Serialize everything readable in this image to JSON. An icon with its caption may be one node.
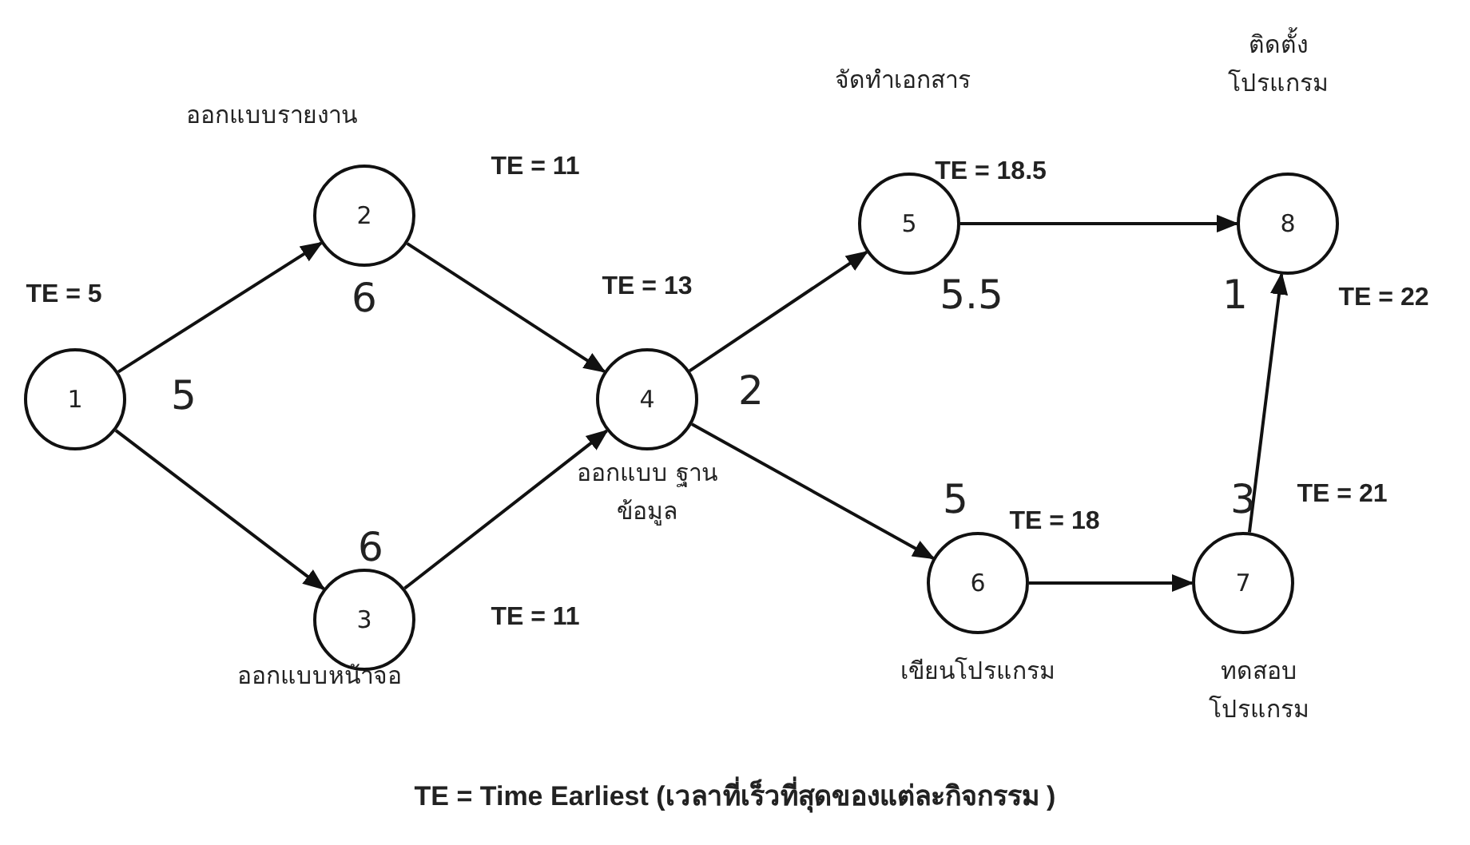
{
  "diagram": {
    "caption": "TE = Time Earliest (เวลาที่เร็วที่สุดของแต่ละกิจกรรม )",
    "nodes": [
      {
        "text": [
          "1"
        ],
        "beside": [
          "TE = 5",
          "5"
        ]
      },
      {
        "text": [
          "2"
        ],
        "beside": [
          "ออกแบบรายงาน",
          "TE = 11",
          "6"
        ]
      },
      {
        "text": [
          "3"
        ],
        "beside": [
          "6",
          "TE = 11",
          "ออกแบบหน้าจอ"
        ]
      },
      {
        "text": [
          "4"
        ],
        "beside": [
          "TE = 13",
          "2",
          "ออกแบบ ฐานข้อมูล"
        ]
      },
      {
        "text": [
          "5"
        ],
        "beside": [
          "จัดทำเอกสาร",
          "TE = 18.5",
          "5.5"
        ]
      },
      {
        "text": [
          "6"
        ],
        "beside": [
          "5",
          "TE = 18",
          "เขียนโปรแกรม"
        ]
      },
      {
        "text": [
          "7"
        ],
        "beside": [
          "3",
          "TE = 21",
          "ทดสอบ โปรแกรม"
        ]
      },
      {
        "text": [
          "8"
        ],
        "beside": [
          "ติดตั้ง โปรแกรม",
          "1",
          "TE = 22"
        ]
      }
    ],
    "edges": [
      {
        "from": 0,
        "to": 1,
        "arrow": "to"
      },
      {
        "from": 0,
        "to": 2,
        "arrow": "to"
      },
      {
        "from": 1,
        "to": 3,
        "arrow": "to"
      },
      {
        "from": 2,
        "to": 3,
        "arrow": "to"
      },
      {
        "from": 3,
        "to": 4,
        "arrow": "to"
      },
      {
        "from": 3,
        "to": 5,
        "arrow": "to"
      },
      {
        "from": 4,
        "to": 7,
        "arrow": "to"
      },
      {
        "from": 5,
        "to": 6,
        "arrow": "to"
      },
      {
        "from": 6,
        "to": 7,
        "arrow": "to"
      }
    ]
  }
}
